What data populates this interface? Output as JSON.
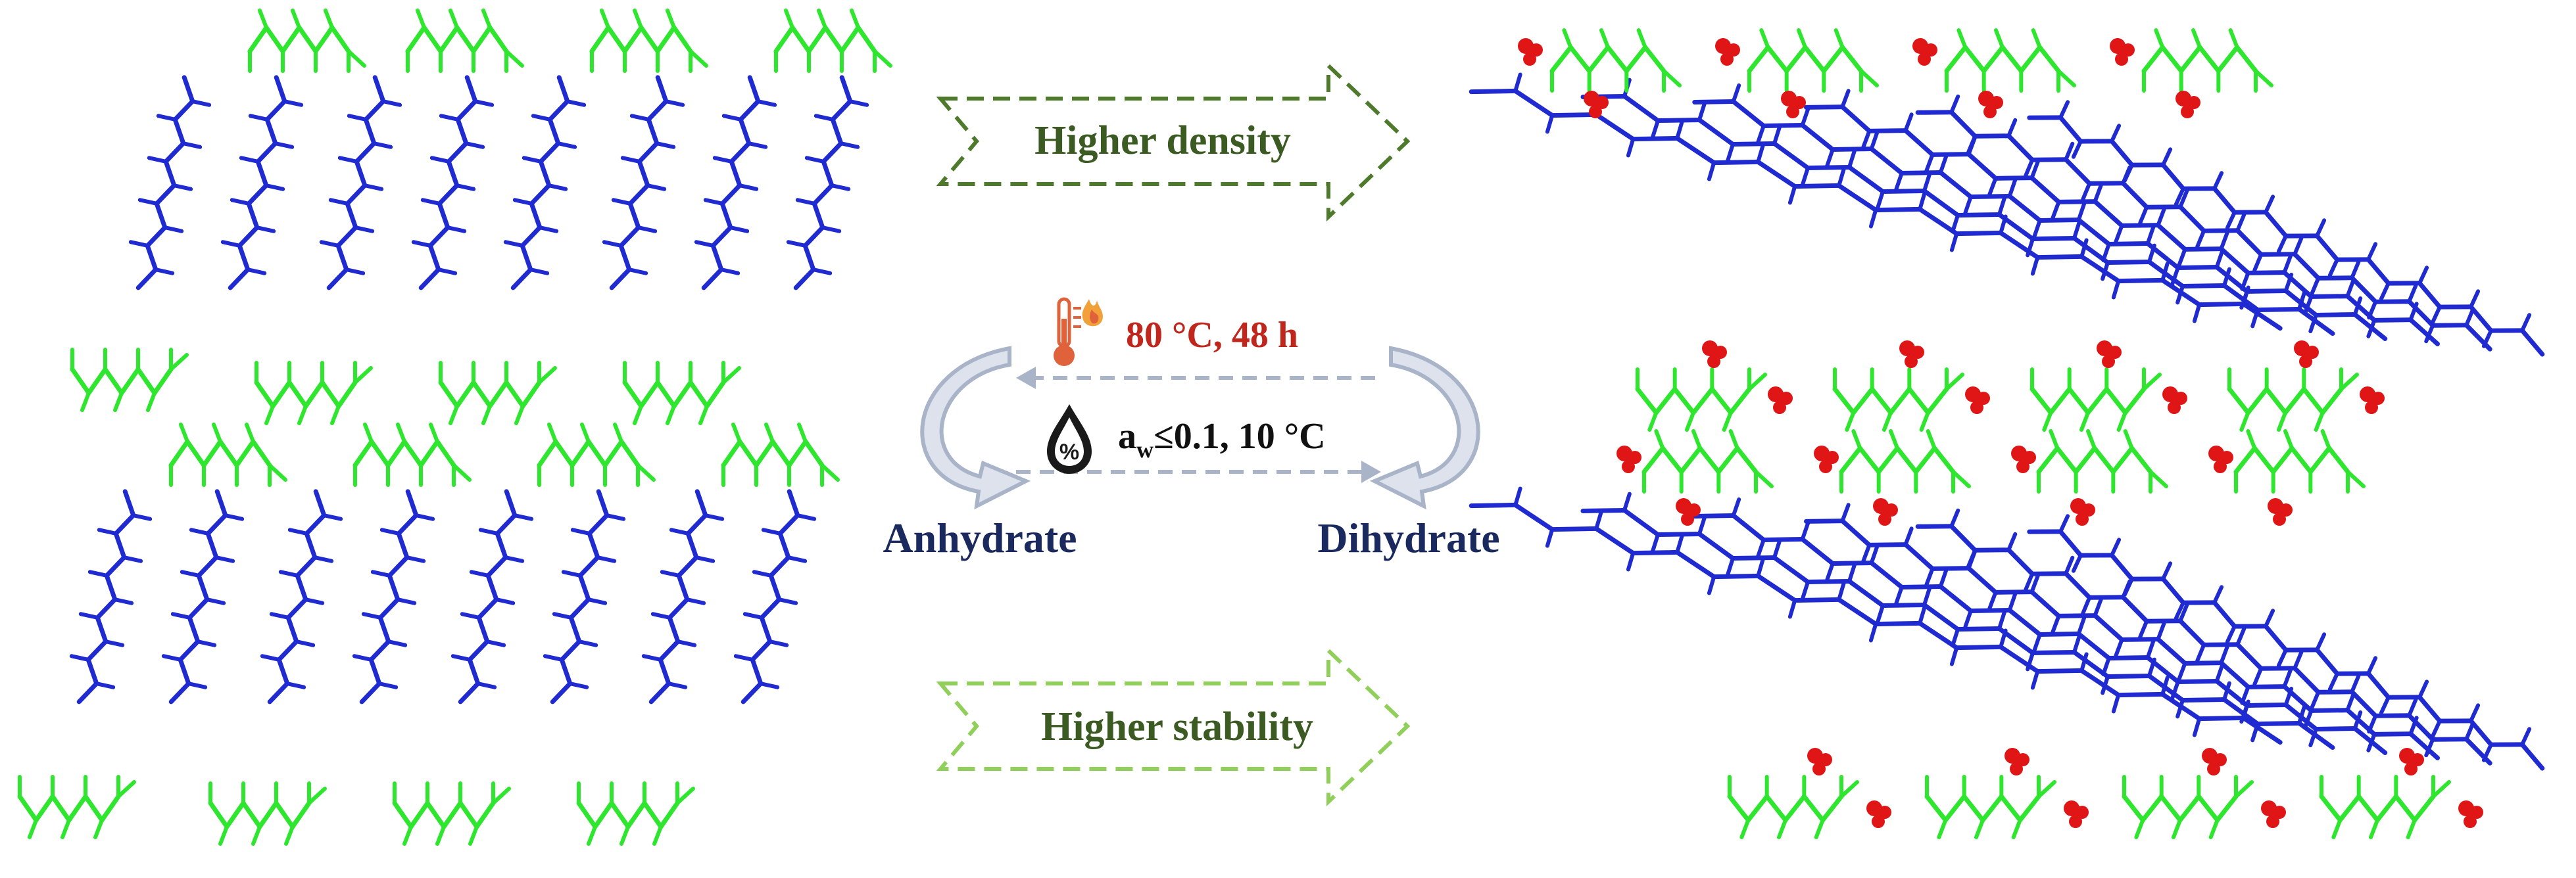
{
  "arrows": {
    "top_label": "Higher density",
    "bottom_label": "Higher stability",
    "top_color": "#4e7a2c",
    "bottom_color": "#8fcf5a"
  },
  "conditions": {
    "heating": "80 °C, 48 h",
    "humidity_prefix": "a",
    "humidity_sub": "w",
    "humidity_rest": "≤0.1, 10 °C",
    "heating_color": "#c0261c",
    "humidity_color": "#111111"
  },
  "icons": {
    "thermometer": "thermometer-flame-icon",
    "droplet": "humidity-droplet-icon",
    "droplet_symbol": "%"
  },
  "labels": {
    "left": "Anhydrate",
    "right": "Dihydrate"
  },
  "colors": {
    "backbone": "#1f2bd1",
    "head_group": "#2ee62e",
    "water": "#e01515",
    "cycle_arrow": "#a9b4c9",
    "label_text": "#1b2a5e"
  }
}
